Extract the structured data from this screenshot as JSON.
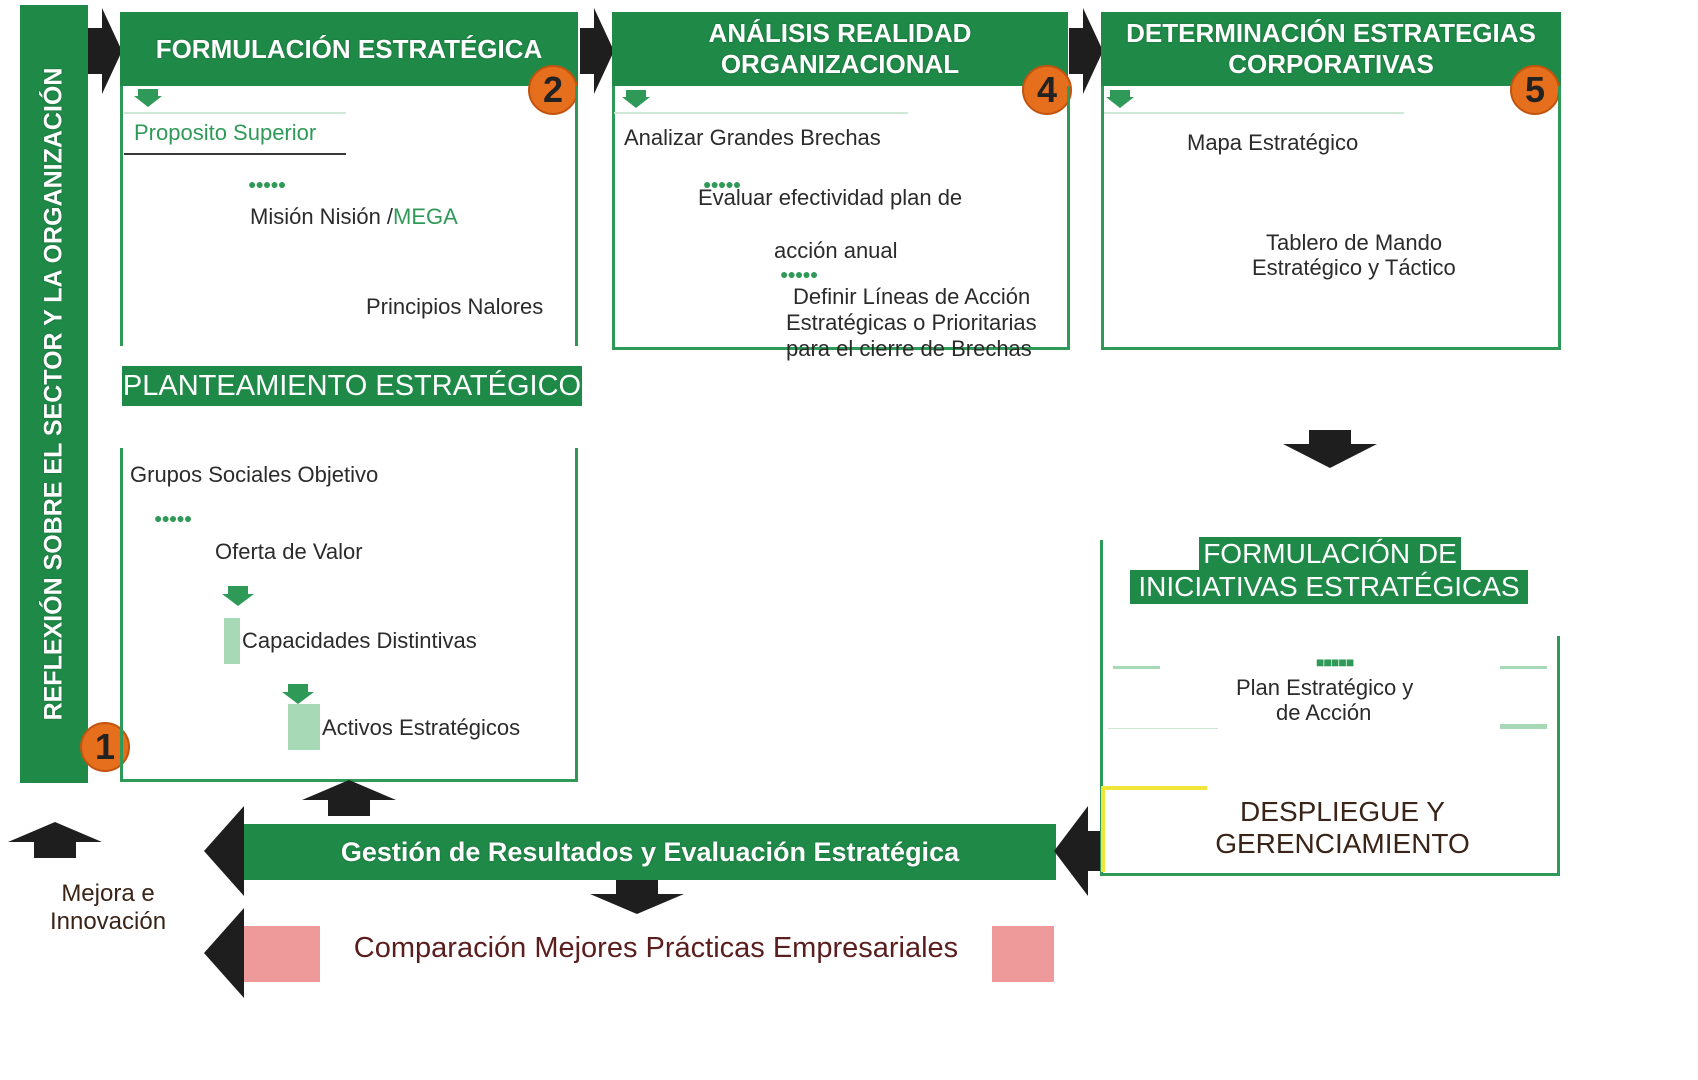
{
  "colors": {
    "green": "#1f8a48",
    "light_green": "#a8d9b6",
    "orange": "#e56f1c",
    "pink": "#ef9a9a",
    "dark": "#1e1e1e"
  },
  "sidebar": {
    "title": "REFLEXIÓN SOBRE EL SECTOR Y LA ORGANIZACIÓN",
    "step": "1"
  },
  "formulacion": {
    "title": "FORMULACIÓN ESTRATÉGICA",
    "step": "2",
    "item1": "Proposito Superior",
    "item2a": "Misión Nisión /",
    "item2b": "MEGA",
    "item3": "Principios Nalores"
  },
  "planteamiento": {
    "title": "PLANTEAMIENTO ESTRATÉGICO",
    "item1": "Grupos Sociales Objetivo",
    "item2": "Oferta de Valor",
    "item3": "Capacidades Distintivas",
    "item4": "Activos Estratégicos"
  },
  "analisis": {
    "title_line1": "ANÁLISIS REALIDAD",
    "title_line2": "ORGANIZACIONAL",
    "step": "4",
    "item1": "Analizar Grandes Brechas",
    "item2a": "Evaluar efectividad plan de",
    "item2b": "acción anual",
    "item3a": "Definir Líneas de Acción",
    "item3b": "Estratégicas o Prioritarias",
    "item3c": "para el cierre de Brechas"
  },
  "determinacion": {
    "title_line1": "DETERMINACIÓN ESTRATEGIAS",
    "title_line2": "CORPORATIVAS",
    "step": "5",
    "item1": "Mapa Estratégico",
    "item2a": "Tablero de Mando",
    "item2b": "Estratégico y Táctico"
  },
  "iniciativas": {
    "title_line1": "FORMULACIÓN DE",
    "title_line2": "INICIATIVAS ESTRATÉGICAS",
    "item1a": "Plan Estratégico y",
    "item1b": "de Acción",
    "despliegue_line1": "DESPLIEGUE Y",
    "despliegue_line2": "GERENCIAMIENTO"
  },
  "gestion": {
    "title": "Gestión de Resultados y Evaluación Estratégica"
  },
  "comparacion": {
    "title": "Comparación Mejores Prácticas Empresariales"
  },
  "mejora": {
    "line1": "Mejora e",
    "line2": "Innovación"
  }
}
